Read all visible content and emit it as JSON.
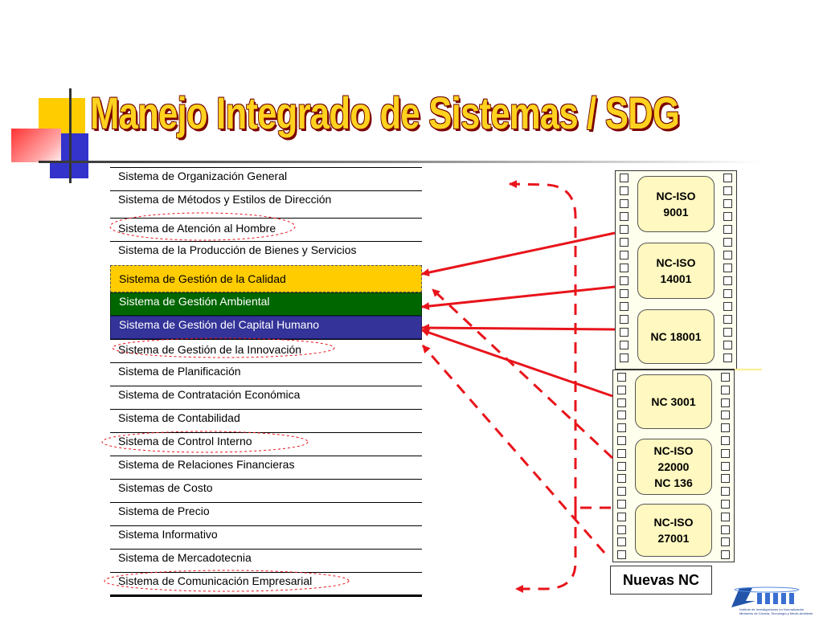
{
  "title": "Manejo Integrado de Sistemas / SDG",
  "systems": [
    "Sistema de Organización General",
    "Sistema de Métodos y Estilos de Dirección",
    "Sistema de Atención al Hombre",
    "Sistema de la Producción de Bienes y Servicios",
    "Sistema de Gestión de la Calidad",
    "Sistema de Gestión  Ambiental",
    "Sistema de Gestión del Capital Humano",
    "Sistema de Gestión de la Innovación",
    "Sistema de Planificación",
    "Sistema de Contratación Económica",
    "Sistema de Contabilidad",
    "Sistema de Control Interno",
    "Sistema de Relaciones Financieras",
    "Sistemas de Costo",
    "Sistema de Precio",
    "Sistema Informativo",
    "Sistema de Mercadotecnia",
    "Sistema de Comunicación Empresarial"
  ],
  "standards": {
    "upper": [
      {
        "line1": "NC-ISO",
        "line2": "9001",
        "line3": ""
      },
      {
        "line1": "NC-ISO",
        "line2": "14001",
        "line3": ""
      },
      {
        "line1": "NC 18001",
        "line2": "",
        "line3": ""
      }
    ],
    "lower": [
      {
        "line1": "NC 3001",
        "line2": "",
        "line3": ""
      },
      {
        "line1": "NC-ISO",
        "line2": "22000",
        "line3": "NC 136"
      },
      {
        "line1": "NC-ISO",
        "line2": "27001",
        "line3": ""
      }
    ]
  },
  "new_standards_label": "Nuevas NC",
  "logo": {
    "line1": "Instituto de Investigaciones en Normalización",
    "line2": "Ministerio de Ciencia, Tecnología y Medio Ambiente"
  },
  "colors": {
    "title_fill": "#ffd21f",
    "title_outline": "#7a0000",
    "calidad": "#ffcc00",
    "ambiental": "#006600",
    "capital_humano": "#333399",
    "arrow": "#e8141b",
    "film": "#fff8c0"
  }
}
